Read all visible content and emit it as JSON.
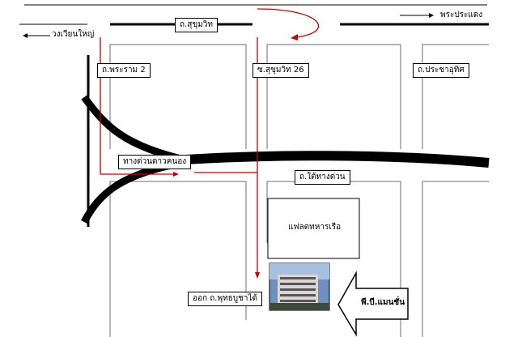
{
  "map": {
    "labels": {
      "sukhumvit_road": "ถ.สุขุมวิท",
      "prakanong": "พระประแดง",
      "wongwian_yai": "วงเวียนใหญ่",
      "rama2_road": "ถ.พระราม 2",
      "soi_sukhumvit_26": "ซ.สุขุมวิท 26",
      "pracha_uthit_road": "ถ.ประชาอุทิศ",
      "dao_khanong_expressway": "ทางด่วนดาวคนอง",
      "under_expressway_road": "ถ.ใต้ทางด่วน",
      "navy_flats": "แฟลตทหารเรือ",
      "exit_phutthabucha": "ออก ถ.พุทธบูชาได้",
      "pb_mansion": "พี.บี.แมนชั่น"
    },
    "colors": {
      "route": "#cc0000",
      "expressway": "#000000",
      "road": "#000000",
      "block": "#6d6d6d"
    }
  }
}
